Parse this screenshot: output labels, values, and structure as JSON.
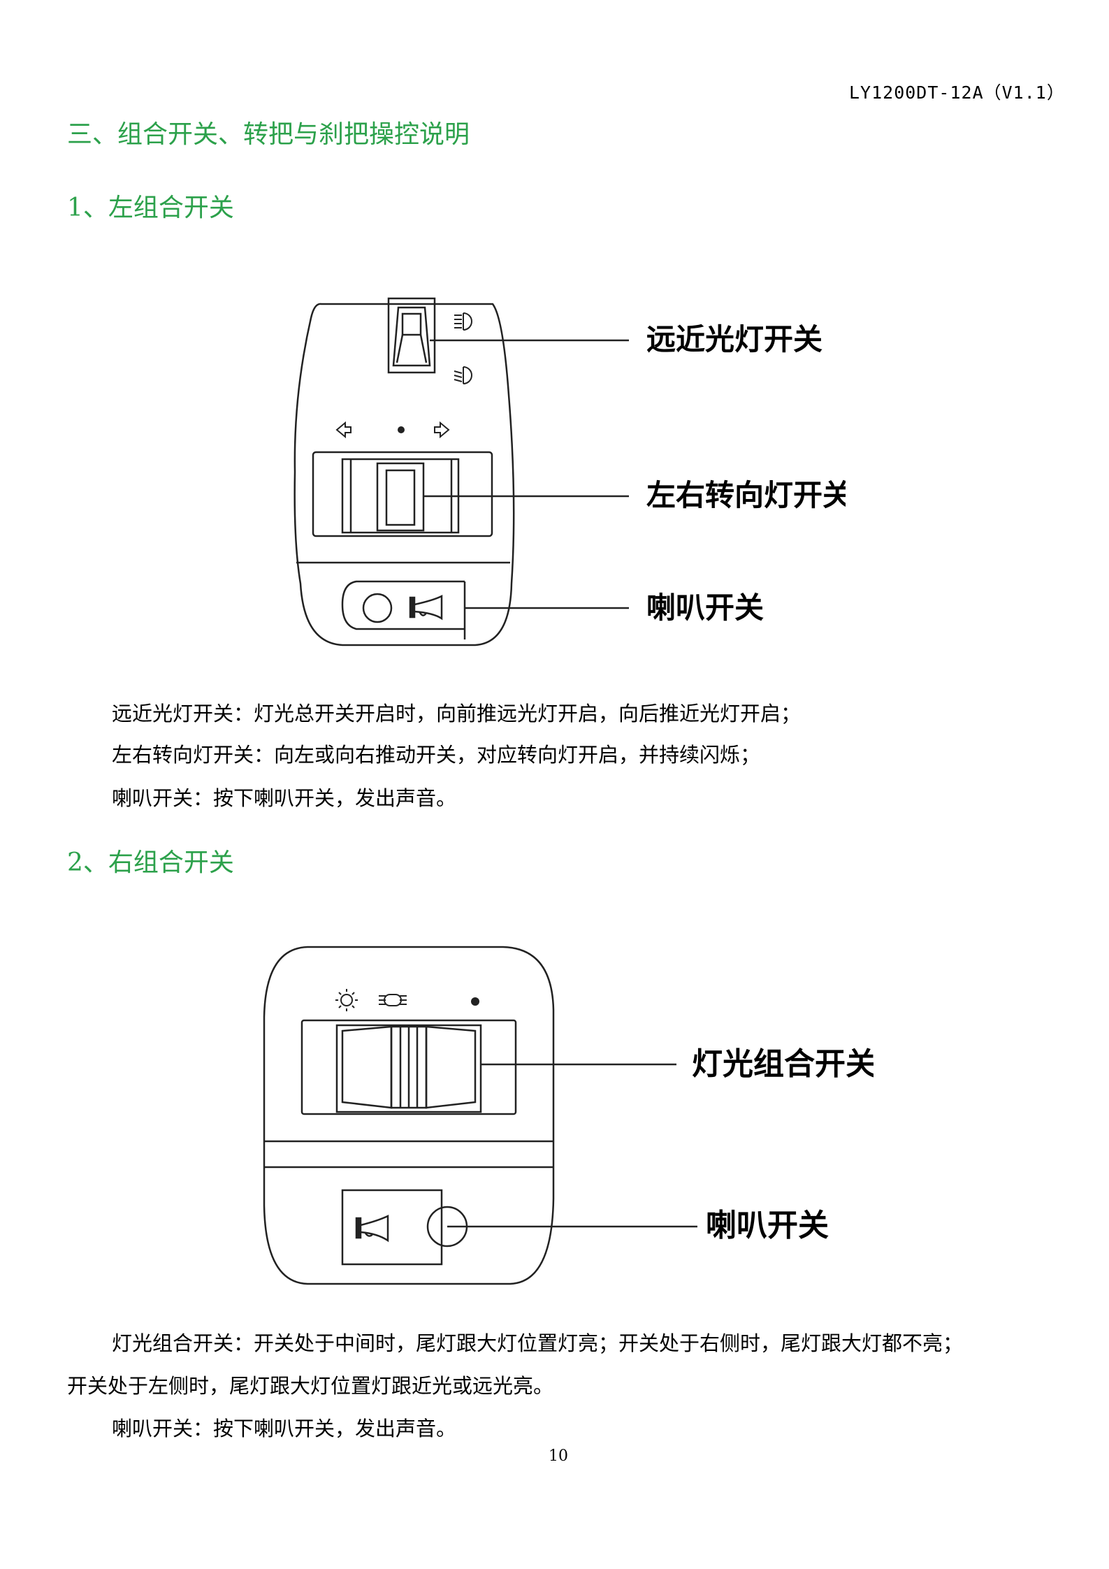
{
  "header": {
    "doc_code": "LY1200DT-12A（V1.1）"
  },
  "section": {
    "title": "三、组合开关、转把与刹把操控说明",
    "left_switch": {
      "title": "1、左组合开关",
      "callouts": {
        "beam": "远近光灯开关",
        "turn": "左右转向灯开关",
        "horn": "喇叭开关"
      },
      "paragraphs": [
        "远近光灯开关：灯光总开关开启时，向前推远光灯开启，向后推近光灯开启；",
        "左右转向灯开关：向左或向右推动开关，对应转向灯开启，并持续闪烁；",
        "喇叭开关：按下喇叭开关，发出声音。"
      ]
    },
    "right_switch": {
      "title": "2、右组合开关",
      "callouts": {
        "light": "灯光组合开关",
        "horn": "喇叭开关"
      },
      "paragraphs": [
        "灯光组合开关：开关处于中间时，尾灯跟大灯位置灯亮；开关处于右侧时，尾灯跟大灯都不亮；",
        "开关处于左侧时，尾灯跟大灯位置灯跟近光或远光亮。",
        "喇叭开关：按下喇叭开关，发出声音。"
      ]
    }
  },
  "footer": {
    "page_number": "10"
  }
}
